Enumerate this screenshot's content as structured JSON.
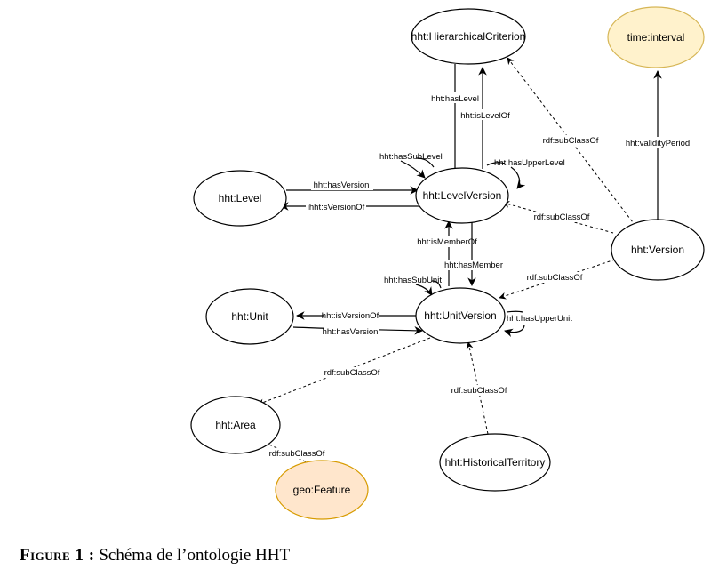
{
  "nodes": {
    "hierarchical_criterion": "hht:HierarchicalCriterion",
    "time_interval": "time:interval",
    "level": "hht:Level",
    "level_version": "hht:LevelVersion",
    "version": "hht:Version",
    "unit": "hht:Unit",
    "unit_version": "hht:UnitVersion",
    "area": "hht:Area",
    "historical_territory": "hht:HistoricalTerritory",
    "geo_feature": "geo:Feature"
  },
  "edges": {
    "has_level": "hht:hasLevel",
    "is_level_of": "hht:isLevelOf",
    "has_sub_level": "hht:hasSubLevel",
    "has_upper_level": "hht:hasUpperLevel",
    "level_has_version": "hht:hasVersion",
    "level_is_version_of": "ihht:sVersionOf",
    "version_subclass_criterion": "rdf:subClassOf",
    "validity_period": "hht:validityPeriod",
    "version_subclass_levelversion": "rdf:subClassOf",
    "version_subclass_unitversion": "rdf:subClassOf",
    "is_member_of": "hht:isMemberOf",
    "has_member": "hht:hasMember",
    "has_sub_unit": "hht:hasSubUnit",
    "has_upper_unit": "hht:hasUpperUnit",
    "unit_is_version_of": "hht:isVersionOf",
    "unit_has_version": "hht:hasVersion",
    "unitversion_subclass_area": "rdf:subClassOf",
    "territory_subclass_unitversion": "rdf:subClassOf",
    "area_subclass_feature": "rdf:subClassOf"
  },
  "caption": {
    "figure_label": "Figure 1 :",
    "text": "Schéma de l’ontologie HHT"
  },
  "colors": {
    "node_fill": "#ffffff",
    "node_stroke": "#000000",
    "time_fill": "#fff2cc",
    "time_stroke": "#d6b656",
    "geo_fill": "#ffe6cc",
    "geo_stroke": "#d79b00"
  }
}
